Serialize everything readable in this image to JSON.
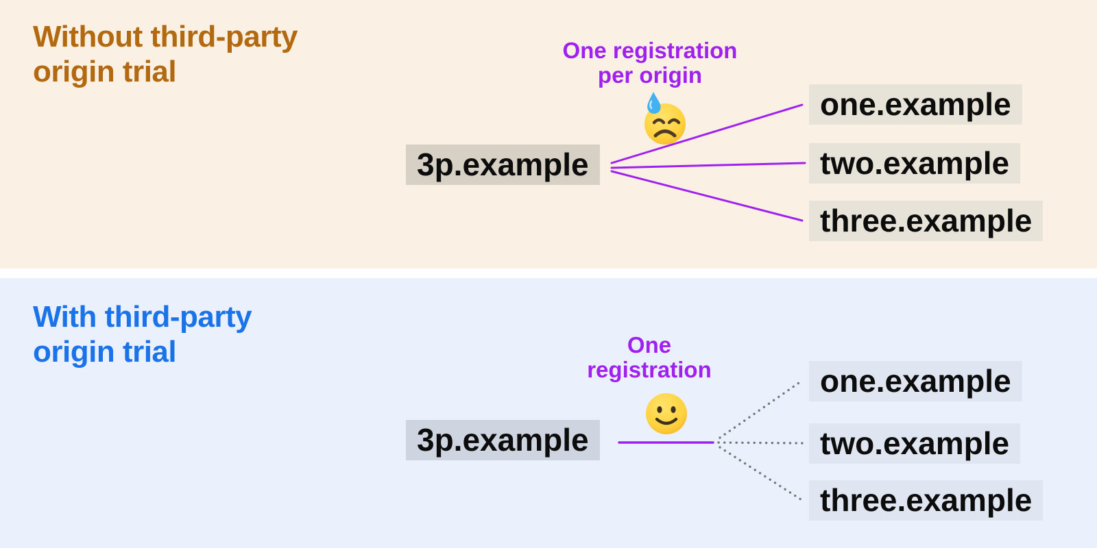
{
  "top": {
    "title_line1": "Without third-party",
    "title_line2": "origin trial",
    "annotation_line1": "One registration",
    "annotation_line2": "per origin",
    "emoji": "downcast-face-with-sweat",
    "source": "3p.example",
    "targets": [
      "one.example",
      "two.example",
      "three.example"
    ]
  },
  "bottom": {
    "title_line1": "With third-party",
    "title_line2": "origin trial",
    "annotation_line1": "One",
    "annotation_line2": "registration",
    "emoji": "slightly-smiling-face",
    "source": "3p.example",
    "targets": [
      "one.example",
      "two.example",
      "three.example"
    ]
  },
  "colors": {
    "top_panel_bg": "#faf0e3",
    "bottom_panel_bg": "#eaf1fd",
    "top_title": "#b2690f",
    "bottom_title": "#1a73e8",
    "accent_purple": "#a020f0",
    "dotted_line_gray": "#777777",
    "top_source_box_bg": "#d6d0c5",
    "top_target_box_bg": "#e8e3d9",
    "bottom_source_box_bg": "#ced5e1",
    "bottom_target_box_bg": "#e0e6f1",
    "domain_text": "#0c0c0c"
  }
}
